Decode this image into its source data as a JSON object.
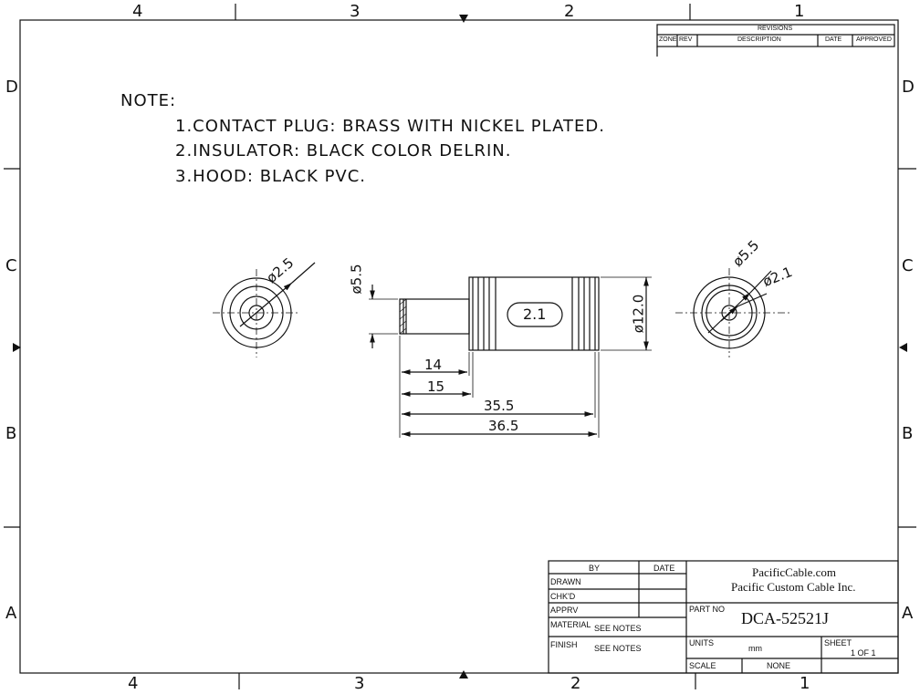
{
  "border": {
    "top_zones": [
      "4",
      "3",
      "2",
      "1"
    ],
    "bottom_zones": [
      "4",
      "3",
      "2",
      "1"
    ],
    "left_zones": [
      "D",
      "C",
      "B",
      "A"
    ],
    "right_zones": [
      "D",
      "C",
      "B",
      "A"
    ]
  },
  "revisions": {
    "title": "REVISIONS",
    "zone": "ZONE",
    "rev": "REV",
    "description": "DESCRIPTION",
    "date": "DATE",
    "approved": "APPROVED"
  },
  "notes": {
    "heading": "NOTE:",
    "items": [
      "1.CONTACT PLUG: BRASS WITH NICKEL PLATED.",
      "2.INSULATOR: BLACK COLOR DELRIN.",
      "3.HOOD: BLACK PVC."
    ]
  },
  "drawing": {
    "left_view_dia": "ø2.5",
    "side_dia_pin": "ø5.5",
    "side_dia_body": "ø12.0",
    "body_label": "2.1",
    "dim_14": "14",
    "dim_15": "15",
    "dim_35_5": "35.5",
    "dim_36_5": "36.5",
    "right_view_dia_outer": "ø5.5",
    "right_view_dia_inner": "ø2.1"
  },
  "title_block": {
    "by": "BY",
    "date": "DATE",
    "drawn": "DRAWN",
    "chkd": "CHK'D",
    "apprv": "APPRV",
    "material_label": "MATERIAL",
    "material_value": "SEE NOTES",
    "finish_label": "FINISH",
    "finish_value": "SEE NOTES",
    "company_web": "PacificCable.com",
    "company_name": "Pacific Custom Cable Inc.",
    "part_no_label": "PART NO",
    "part_no": "DCA-52521J",
    "units_label": "UNITS",
    "units_value": "mm",
    "scale_label": "SCALE",
    "scale_value": "NONE",
    "sheet_label": "SHEET",
    "sheet_value": "1 OF 1"
  }
}
